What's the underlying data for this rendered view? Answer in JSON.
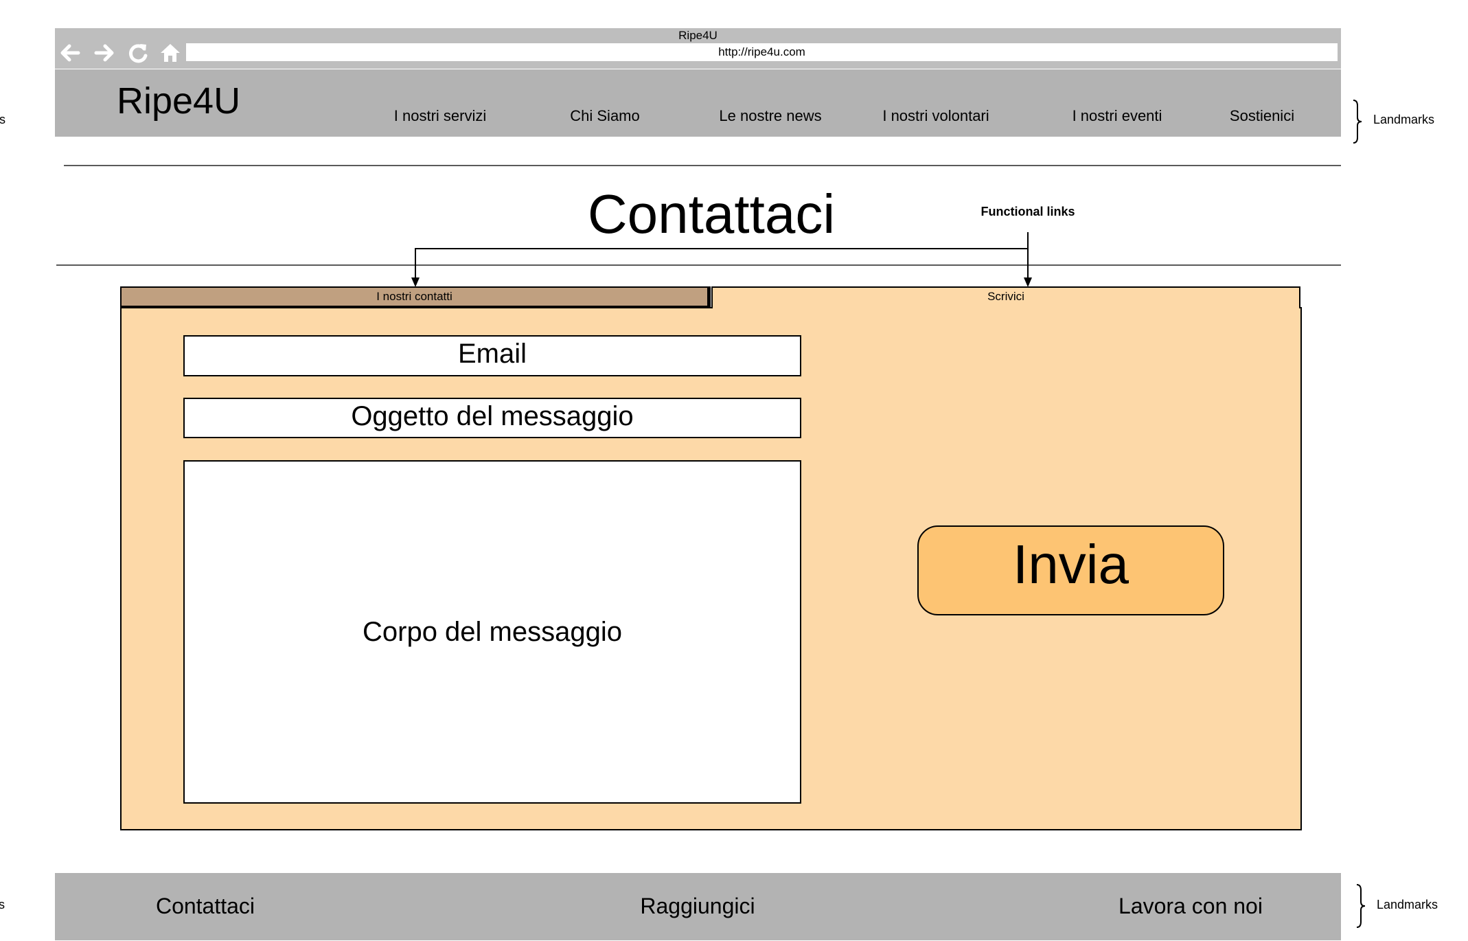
{
  "browser": {
    "window_title": "Ripe4U",
    "url": "http://ripe4u.com",
    "icons": [
      "back-arrow-icon",
      "forward-arrow-icon",
      "reload-icon",
      "home-icon"
    ]
  },
  "header": {
    "logo": "Ripe4U",
    "nav": [
      {
        "label": "I nostri servizi"
      },
      {
        "label": "Chi Siamo"
      },
      {
        "label": "Le nostre news"
      },
      {
        "label": "I nostri volontari"
      },
      {
        "label": "I nostri eventi"
      },
      {
        "label": "Sostienici"
      }
    ]
  },
  "page": {
    "title": "Contattaci"
  },
  "annotations": {
    "functional_links": "Functional links",
    "landmarks_header": "Landmarks",
    "landmarks_footer": "Landmarks",
    "left_header_fragment": "s",
    "left_footer_fragment": "ks"
  },
  "tabs": [
    {
      "label": "I nostri contatti",
      "active": false
    },
    {
      "label": "Scrivici",
      "active": true
    }
  ],
  "form": {
    "email": "Email",
    "subject": "Oggetto del messaggio",
    "body": "Corpo del messaggio",
    "send": "Invia"
  },
  "footer": {
    "links": [
      {
        "label": "Contattaci"
      },
      {
        "label": "Raggiungici"
      },
      {
        "label": "Lavora con noi"
      }
    ]
  },
  "colors": {
    "chrome": "#bebebe",
    "bars": "#b3b3b3",
    "panel": "#fdd9a8",
    "inactive_tab": "#c0a080",
    "button": "#fdc473"
  }
}
